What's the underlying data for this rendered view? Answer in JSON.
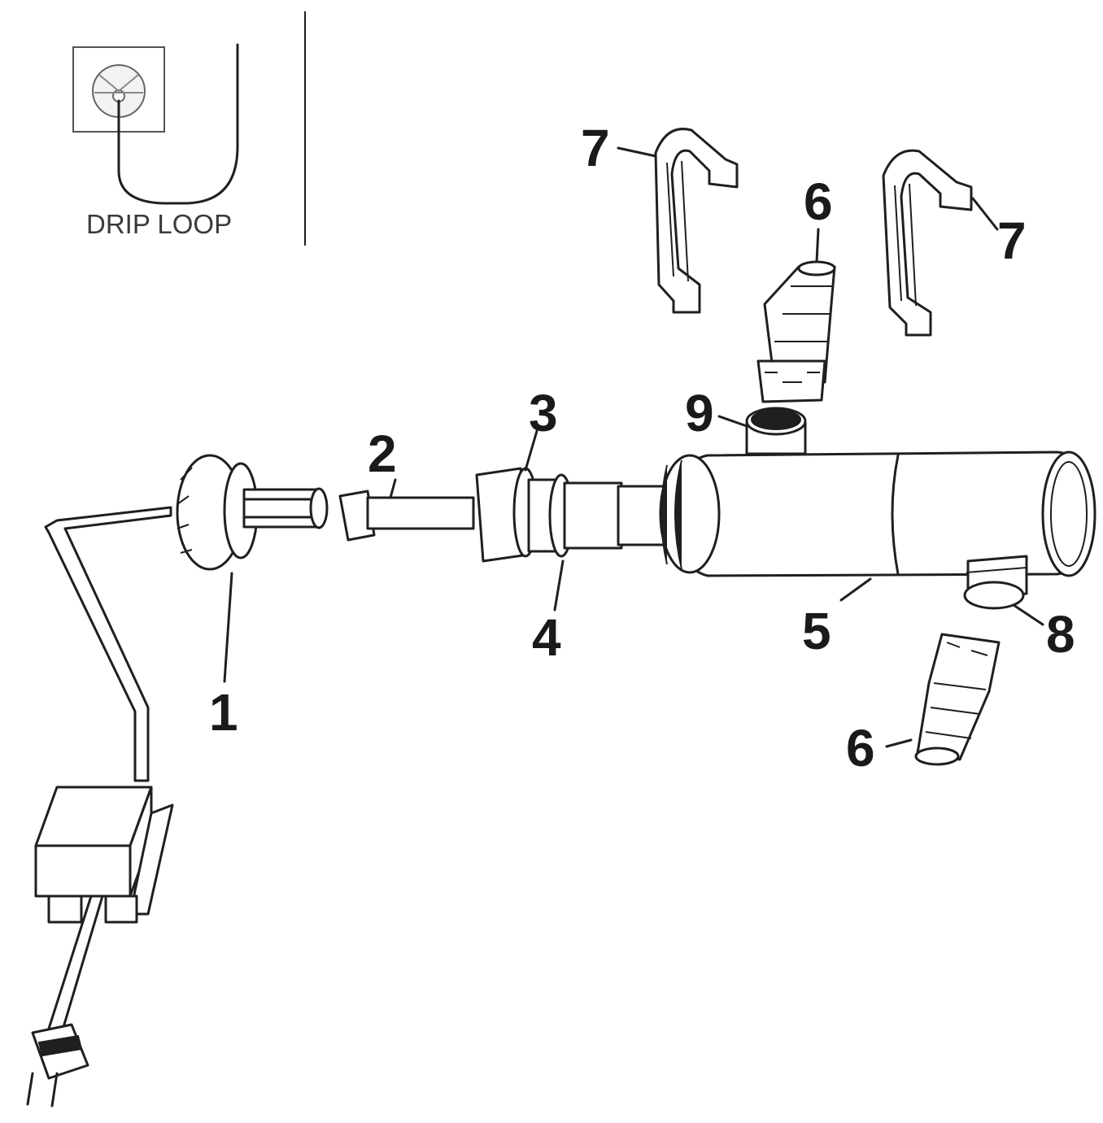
{
  "inset": {
    "label": "DRIP LOOP"
  },
  "callouts": [
    {
      "id": "1",
      "label": "1"
    },
    {
      "id": "2",
      "label": "2"
    },
    {
      "id": "3",
      "label": "3"
    },
    {
      "id": "4",
      "label": "4"
    },
    {
      "id": "5",
      "label": "5"
    },
    {
      "id": "6a",
      "label": "6"
    },
    {
      "id": "6b",
      "label": "6"
    },
    {
      "id": "7a",
      "label": "7"
    },
    {
      "id": "7b",
      "label": "7"
    },
    {
      "id": "8",
      "label": "8"
    },
    {
      "id": "9",
      "label": "9"
    }
  ]
}
